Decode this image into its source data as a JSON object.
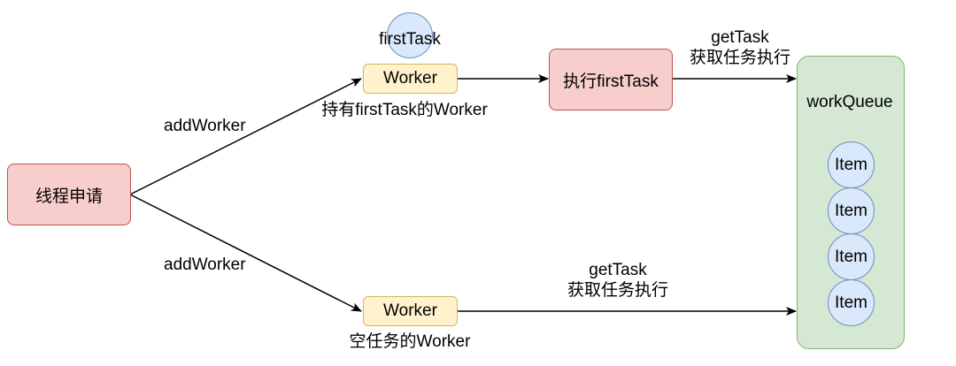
{
  "nodes": {
    "request": "线程申请",
    "worker_top": "Worker",
    "worker_bottom": "Worker",
    "execute": "执行firstTask",
    "first_task": "firstTask",
    "work_queue": "workQueue",
    "items": [
      "Item",
      "Item",
      "Item",
      "Item"
    ]
  },
  "edges": {
    "add_worker_top": "addWorker",
    "add_worker_bottom": "addWorker",
    "get_task_top_1": "getTask",
    "get_task_top_2": "获取任务执行",
    "get_task_bottom_1": "getTask",
    "get_task_bottom_2": "获取任务执行"
  },
  "captions": {
    "worker_top_caption": "持有firstTask的Worker",
    "worker_bottom_caption": "空任务的Worker"
  },
  "colors": {
    "red_fill": "#f8cecc",
    "red_stroke": "#b85450",
    "yellow_fill": "#fff2cc",
    "yellow_stroke": "#d6b656",
    "green_fill": "#d5e8d4",
    "green_stroke": "#82b366",
    "blue_fill": "#dae8fc",
    "blue_stroke": "#6c8ebf"
  }
}
